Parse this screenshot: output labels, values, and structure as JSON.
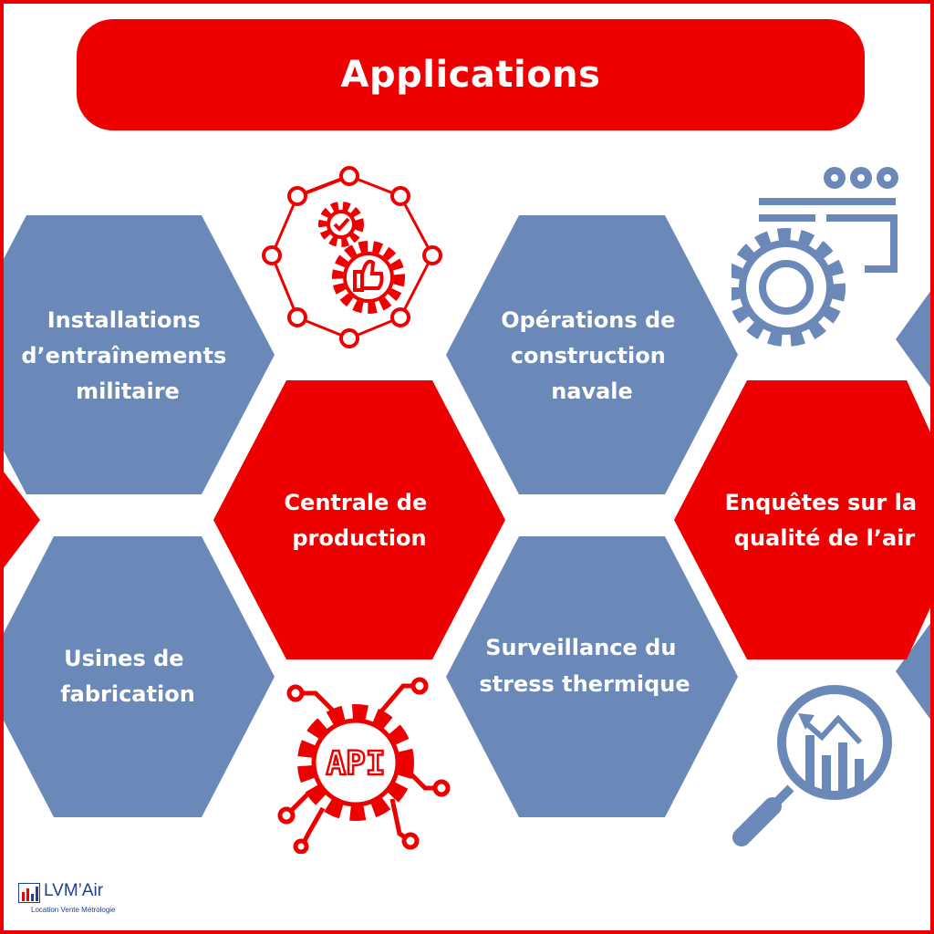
{
  "title": "Applications",
  "colors": {
    "red": "#ee0000",
    "blue": "#6a89b8",
    "white": "#ffffff",
    "logo_blue": "#1f3f8f"
  },
  "hexagons": [
    {
      "color": "blue",
      "lines": [
        "Installations",
        "d’entraînements",
        "militaire"
      ]
    },
    {
      "color": "red",
      "lines": [
        "Centrale de",
        "production"
      ]
    },
    {
      "color": "blue",
      "lines": [
        "Opérations de",
        "construction",
        "navale"
      ]
    },
    {
      "color": "red",
      "lines": [
        "Enquêtes sur la",
        "qualité de l’air"
      ]
    },
    {
      "color": "blue",
      "lines": [
        "Usines de",
        "fabrication"
      ]
    },
    {
      "color": "blue",
      "lines": [
        "Surveillance du",
        "stress thermique"
      ]
    }
  ],
  "icons": [
    "gear-network-icon",
    "web-settings-gear-icon",
    "api-gear-icon",
    "chart-search-icon"
  ],
  "logo": {
    "name": "LVM’Air",
    "tagline": "Location Vente Métrologie"
  }
}
